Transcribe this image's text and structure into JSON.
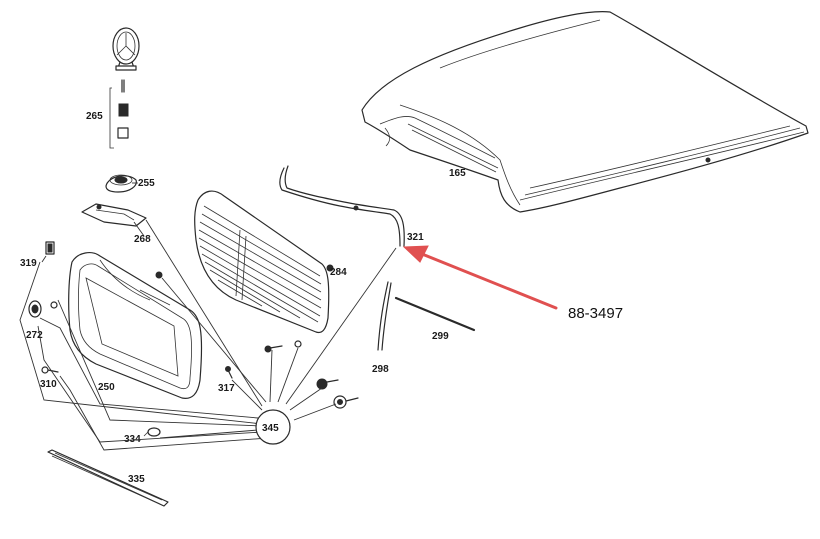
{
  "parts": {
    "p265": "265",
    "p255": "255",
    "p268": "268",
    "p319": "319",
    "p272": "272",
    "p310": "310",
    "p250": "250",
    "p334": "334",
    "p335": "335",
    "p317": "317",
    "p345": "345",
    "p284": "284",
    "p321": "321",
    "p298": "298",
    "p299": "299",
    "p165": "165"
  },
  "callout": {
    "text": "88-3497",
    "color": "#e05050"
  }
}
